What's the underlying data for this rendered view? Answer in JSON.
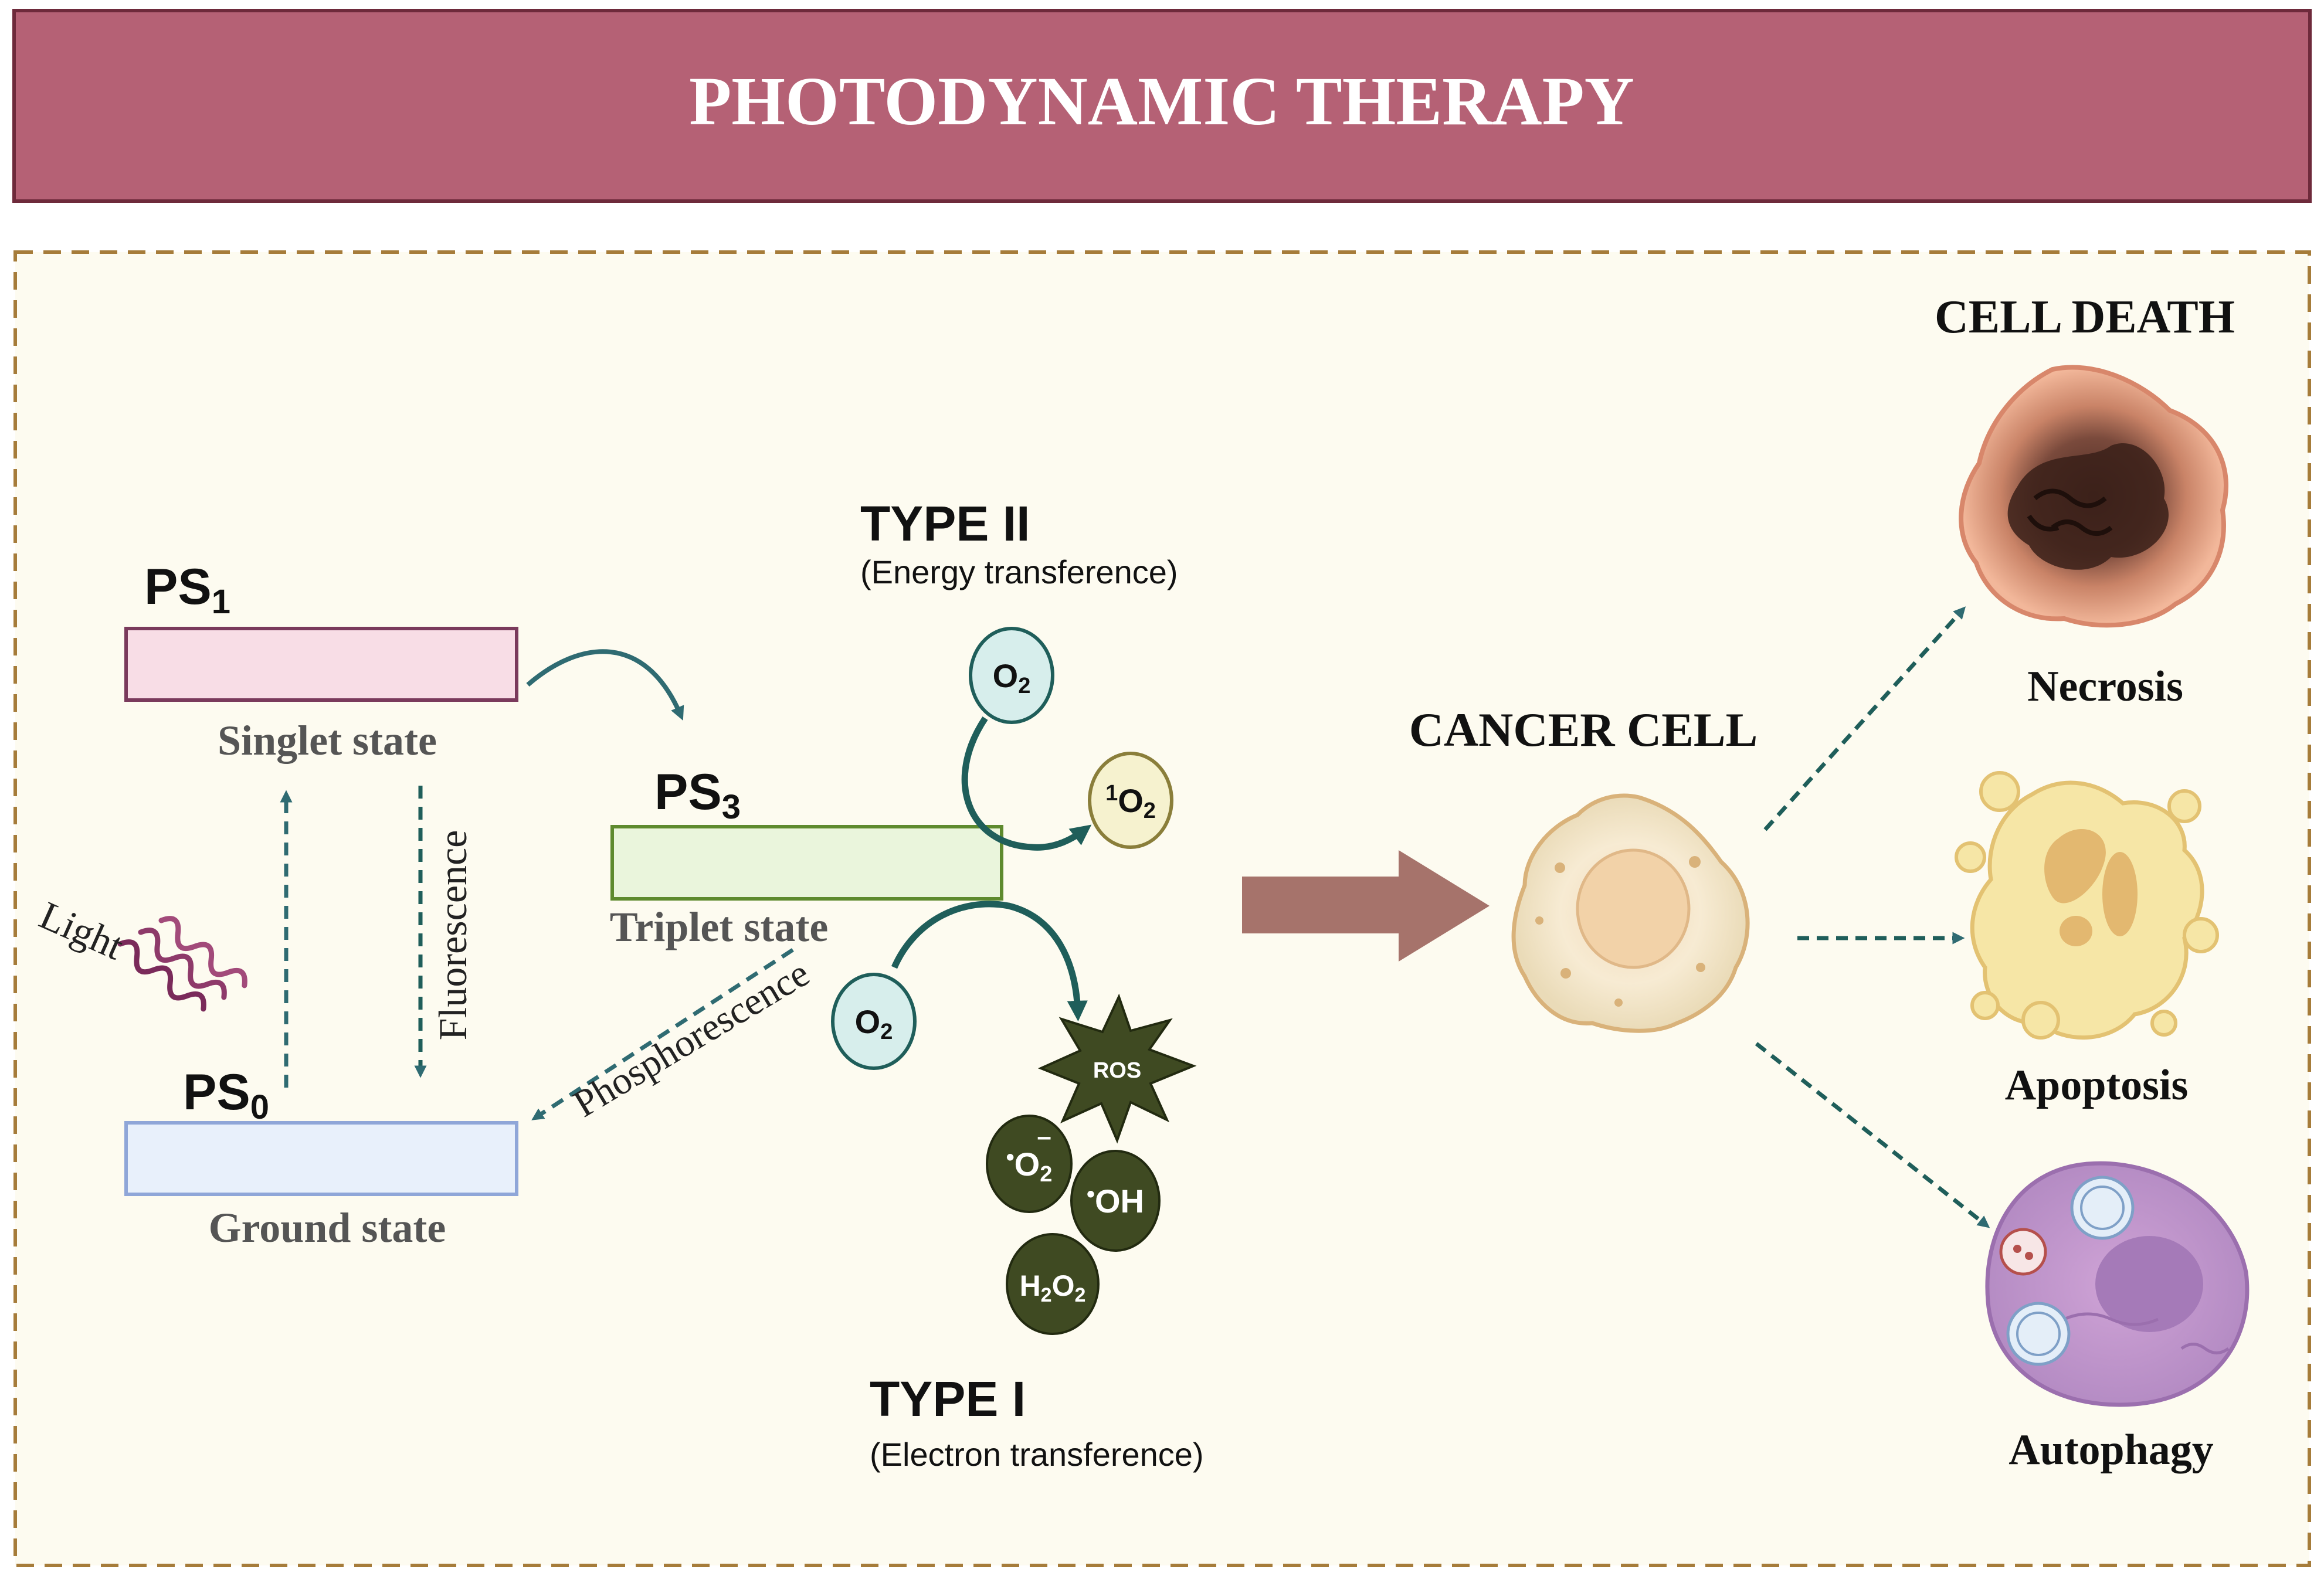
{
  "header": {
    "title": "PHOTODYNAMIC THERAPY"
  },
  "states": {
    "ps1": {
      "main": "PS",
      "sub": "1",
      "label": "Singlet state"
    },
    "ps0": {
      "main": "PS",
      "sub": "0",
      "label": "Ground state"
    },
    "ps3": {
      "main": "PS",
      "sub": "3",
      "label": "Triplet state"
    }
  },
  "transitions": {
    "light": "Light",
    "fluorescence": "Fluorescence",
    "phosphorescence": "Phosphorescence"
  },
  "type2": {
    "title": "TYPE II",
    "subtitle": "(Energy transference)",
    "o2": {
      "main": "O",
      "sub": "2"
    },
    "singlet_o2": {
      "sup": "1",
      "main": "O",
      "sub": "2"
    }
  },
  "type1": {
    "title": "TYPE I",
    "subtitle": "(Electron transference)",
    "o2": {
      "main": "O",
      "sub": "2"
    },
    "ros": "ROS",
    "superoxide": {
      "dot": "•",
      "main": "O",
      "sub": "2",
      "charge": "–"
    },
    "hydroxyl": {
      "dot": "•",
      "main": "OH"
    },
    "peroxide": {
      "h": "H",
      "h_sub": "2",
      "o": "O",
      "o_sub": "2"
    }
  },
  "cancer_cell": {
    "label": "CANCER CELL"
  },
  "cell_death": {
    "title": "CELL DEATH",
    "outcomes": [
      "Necrosis",
      "Apoptosis",
      "Autophagy"
    ]
  },
  "colors": {
    "header_fill": "#B56175",
    "header_border": "#6E2A3B",
    "panel_bg": "#FDFBF0",
    "panel_border": "#A67C3A",
    "teal_arrow": "#1F5E5A",
    "big_arrow": "#A6736B",
    "ros_fill": "#3F4A22"
  }
}
